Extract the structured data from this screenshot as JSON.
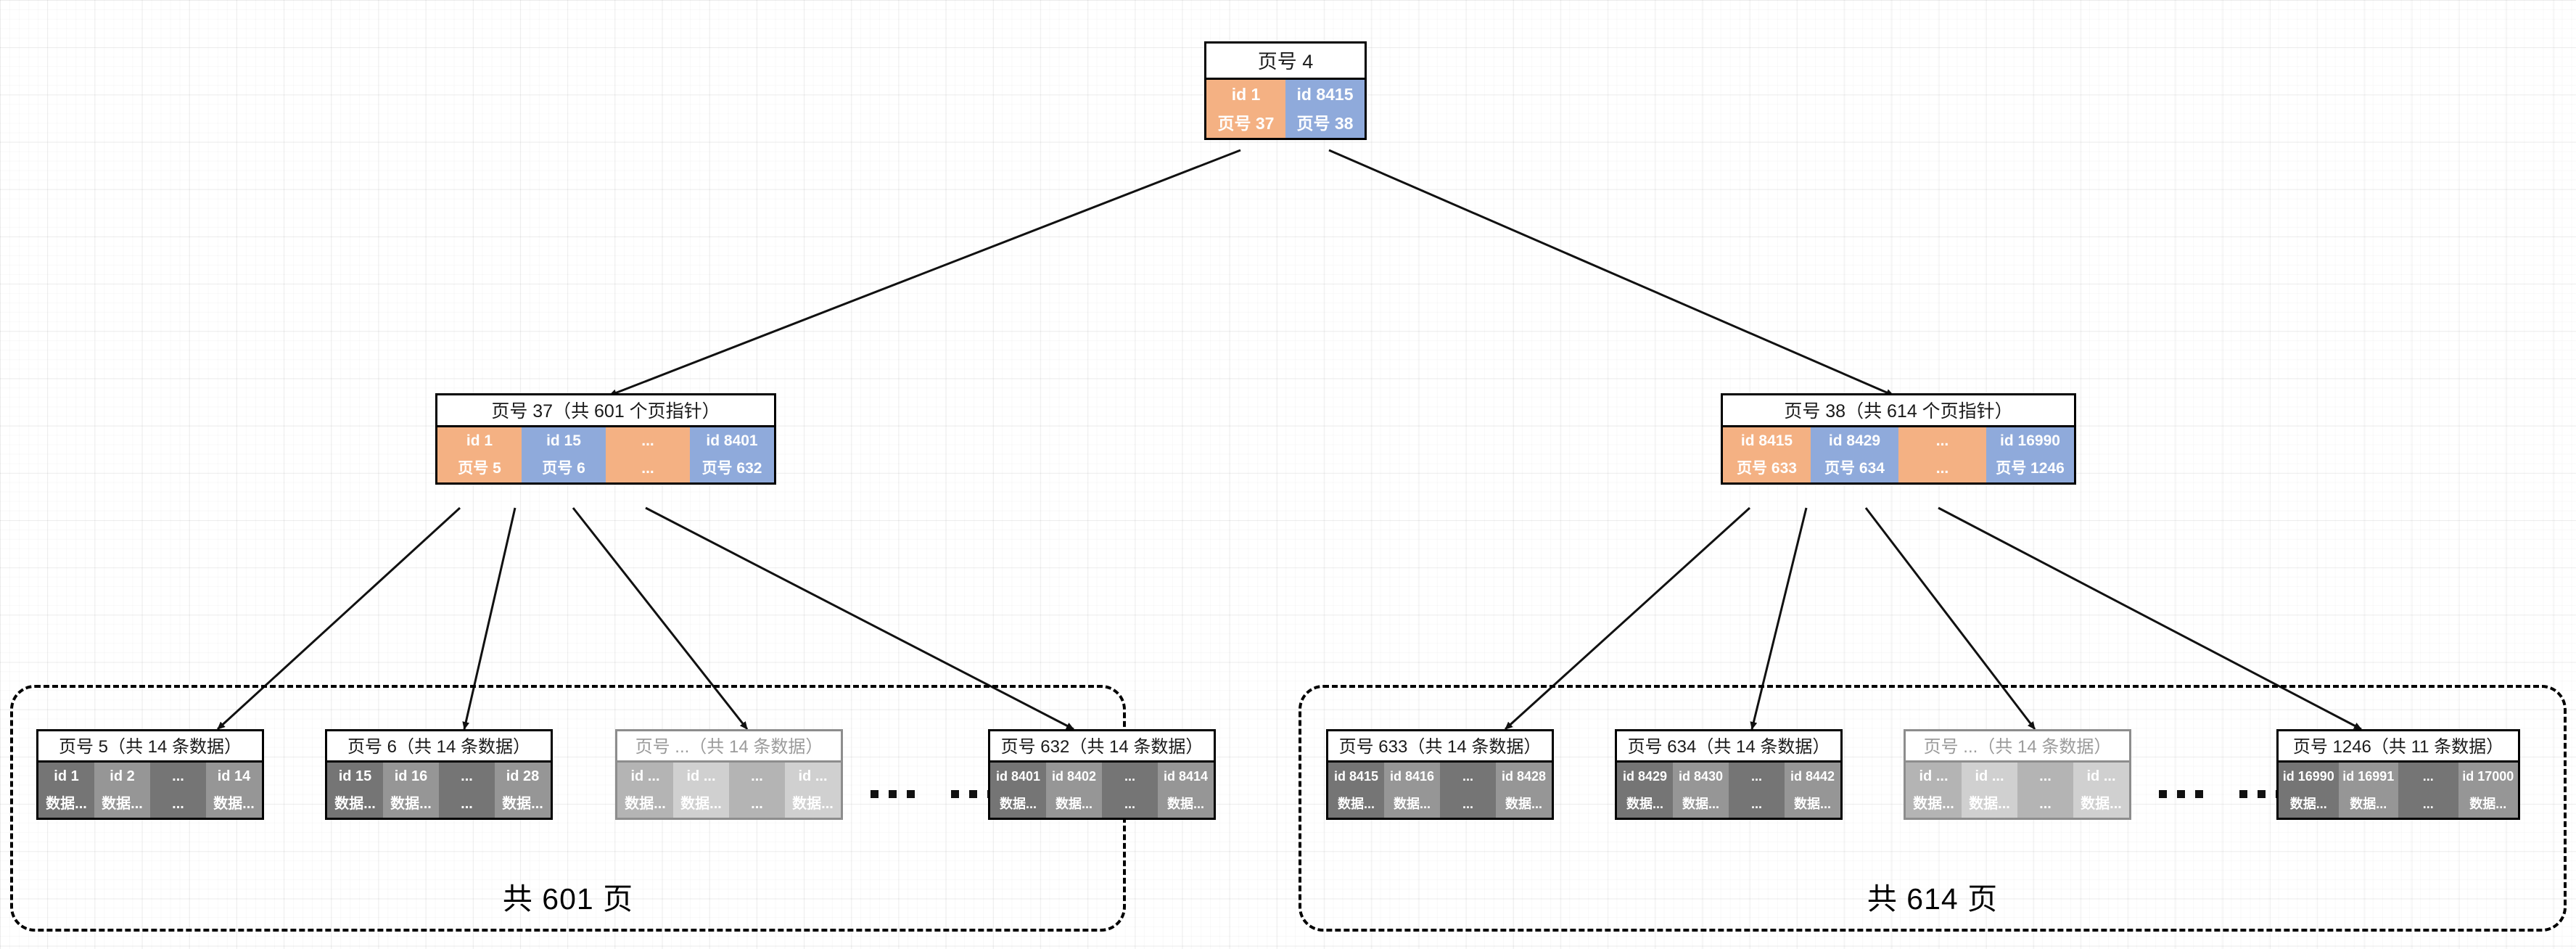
{
  "diagram": {
    "title": "B+ Tree Index Page Structure",
    "colors": {
      "key_orange": "#F4B183",
      "key_blue": "#8FAADB",
      "leaf_dark": "#757575",
      "leaf_light": "#969696",
      "ghost_dark": "#b4b4b4",
      "ghost_light": "#d0d0d0",
      "border": "#000000",
      "grid": "#f0f0f0"
    }
  },
  "root": {
    "title": "页号 4",
    "cells": [
      {
        "key": "id 1",
        "ptr": "页号 37",
        "color": "orange"
      },
      {
        "key": "id 8415",
        "ptr": "页号 38",
        "color": "blue"
      }
    ]
  },
  "index_nodes": [
    {
      "title": "页号 37（共 601 个页指针）",
      "page": "37",
      "pointer_count": "601",
      "cells": [
        {
          "key": "id 1",
          "ptr": "页号 5",
          "color": "orange"
        },
        {
          "key": "id 15",
          "ptr": "页号 6",
          "color": "blue"
        },
        {
          "key": "...",
          "ptr": "...",
          "color": "orange"
        },
        {
          "key": "id 8401",
          "ptr": "页号 632",
          "color": "blue"
        }
      ]
    },
    {
      "title": "页号 38（共 614 个页指针）",
      "page": "38",
      "pointer_count": "614",
      "cells": [
        {
          "key": "id 8415",
          "ptr": "页号 633",
          "color": "orange"
        },
        {
          "key": "id 8429",
          "ptr": "页号 634",
          "color": "blue"
        },
        {
          "key": "...",
          "ptr": "...",
          "color": "orange"
        },
        {
          "key": "id 16990",
          "ptr": "页号 1246",
          "color": "blue"
        }
      ]
    }
  ],
  "groups": [
    {
      "label": "共 601 页",
      "leaves": [
        {
          "title": "页号 5（共 14 条数据）",
          "ghost": false,
          "cells": [
            {
              "key": "id 1",
              "val": "数据...",
              "color": "dark"
            },
            {
              "key": "id 2",
              "val": "数据...",
              "color": "light"
            },
            {
              "key": "...",
              "val": "...",
              "color": "dark"
            },
            {
              "key": "id 14",
              "val": "数据...",
              "color": "light"
            }
          ]
        },
        {
          "title": "页号 6（共 14 条数据）",
          "ghost": false,
          "cells": [
            {
              "key": "id 15",
              "val": "数据...",
              "color": "dark"
            },
            {
              "key": "id 16",
              "val": "数据...",
              "color": "light"
            },
            {
              "key": "...",
              "val": "...",
              "color": "dark"
            },
            {
              "key": "id 28",
              "val": "数据...",
              "color": "light"
            }
          ]
        },
        {
          "title": "页号 ...（共 14 条数据）",
          "ghost": true,
          "cells": [
            {
              "key": "id ...",
              "val": "数据...",
              "color": "dark"
            },
            {
              "key": "id ...",
              "val": "数据...",
              "color": "light"
            },
            {
              "key": "...",
              "val": "...",
              "color": "dark"
            },
            {
              "key": "id ...",
              "val": "数据...",
              "color": "light"
            }
          ]
        },
        {
          "title": "页号 632（共 14 条数据）",
          "ghost": false,
          "cells": [
            {
              "key": "id 8401",
              "val": "数据...",
              "color": "dark"
            },
            {
              "key": "id 8402",
              "val": "数据...",
              "color": "light"
            },
            {
              "key": "...",
              "val": "...",
              "color": "dark"
            },
            {
              "key": "id 8414",
              "val": "数据...",
              "color": "light"
            }
          ]
        }
      ]
    },
    {
      "label": "共 614 页",
      "leaves": [
        {
          "title": "页号 633（共 14 条数据）",
          "ghost": false,
          "cells": [
            {
              "key": "id 8415",
              "val": "数据...",
              "color": "dark"
            },
            {
              "key": "id 8416",
              "val": "数据...",
              "color": "light"
            },
            {
              "key": "...",
              "val": "...",
              "color": "dark"
            },
            {
              "key": "id 8428",
              "val": "数据...",
              "color": "light"
            }
          ]
        },
        {
          "title": "页号 634（共 14 条数据）",
          "ghost": false,
          "cells": [
            {
              "key": "id 8429",
              "val": "数据...",
              "color": "dark"
            },
            {
              "key": "id 8430",
              "val": "数据...",
              "color": "light"
            },
            {
              "key": "...",
              "val": "...",
              "color": "dark"
            },
            {
              "key": "id 8442",
              "val": "数据...",
              "color": "light"
            }
          ]
        },
        {
          "title": "页号 ...（共 14 条数据）",
          "ghost": true,
          "cells": [
            {
              "key": "id ...",
              "val": "数据...",
              "color": "dark"
            },
            {
              "key": "id ...",
              "val": "数据...",
              "color": "light"
            },
            {
              "key": "...",
              "val": "...",
              "color": "dark"
            },
            {
              "key": "id ...",
              "val": "数据...",
              "color": "light"
            }
          ]
        },
        {
          "title": "页号 1246（共 11 条数据）",
          "ghost": false,
          "cells": [
            {
              "key": "id 16990",
              "val": "数据...",
              "color": "dark"
            },
            {
              "key": "id 16991",
              "val": "数据...",
              "color": "light"
            },
            {
              "key": "...",
              "val": "...",
              "color": "dark"
            },
            {
              "key": "id 17000",
              "val": "数据...",
              "color": "light"
            }
          ]
        }
      ]
    }
  ],
  "separators": {
    "ellipsis": "... ..."
  }
}
